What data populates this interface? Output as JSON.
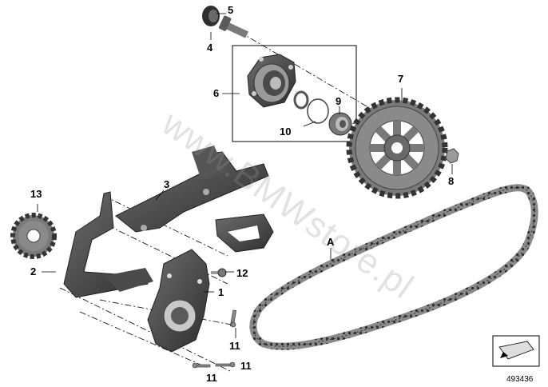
{
  "callouts": {
    "c5": "5",
    "c4": "4",
    "c6": "6",
    "c9": "9",
    "c10": "10",
    "c7": "7",
    "c8": "8",
    "c3": "3",
    "c13": "13",
    "c2": "2",
    "cA": "A",
    "c12": "12",
    "c1": "1",
    "c11a": "11",
    "c11b": "11",
    "c11c": "11"
  },
  "diagram_id": "493436",
  "watermark": "www.BMWstore.pl",
  "colors": {
    "part_dark": "#3a3a3a",
    "part_mid": "#6a6a6a",
    "part_light": "#9a9a9a",
    "line": "#000000"
  }
}
